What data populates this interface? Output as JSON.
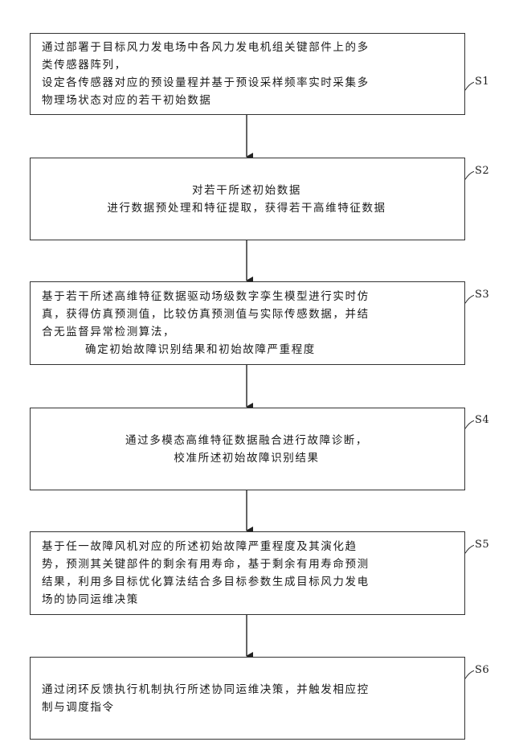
{
  "steps": [
    {
      "id": "S1",
      "align": "left",
      "lines": [
        "通过部署于目标风力发电场中各风力发电机组关键部件上的多",
        "类传感器阵列，",
        "设定各传感器对应的预设量程并基于预设采样频率实时采集多",
        "物理场状态对应的若干初始数据"
      ]
    },
    {
      "id": "S2",
      "align": "centered",
      "lines": [
        "对若干所述初始数据",
        "进行数据预处理和特征提取，获得若干高维特征数据"
      ]
    },
    {
      "id": "S3",
      "align": "left",
      "lines": [
        "基于若干所述高维特征数据驱动场级数字孪生模型进行实时仿",
        "真，获得仿真预测值，比较仿真预测值与实际传感数据，并结",
        "合无监督异常检测算法，",
        "确定初始故障识别结果和初始故障严重程度"
      ]
    },
    {
      "id": "S4",
      "align": "centered",
      "lines": [
        "通过多模态高维特征数据融合进行故障诊断，",
        "校准所述初始故障识别结果"
      ]
    },
    {
      "id": "S5",
      "align": "left",
      "lines": [
        "基于任一故障风机对应的所述初始故障严重程度及其演化趋",
        "势，预测其关键部件的剩余有用寿命，基于剩余有用寿命预测",
        "结果，利用多目标优化算法结合多目标参数生成目标风力发电",
        "场的协同运维决策"
      ]
    },
    {
      "id": "S6",
      "align": "left",
      "lines": [
        "通过闭环反馈执行机制执行所述协同运维决策，并触发相应控",
        "制与调度指令"
      ]
    }
  ]
}
